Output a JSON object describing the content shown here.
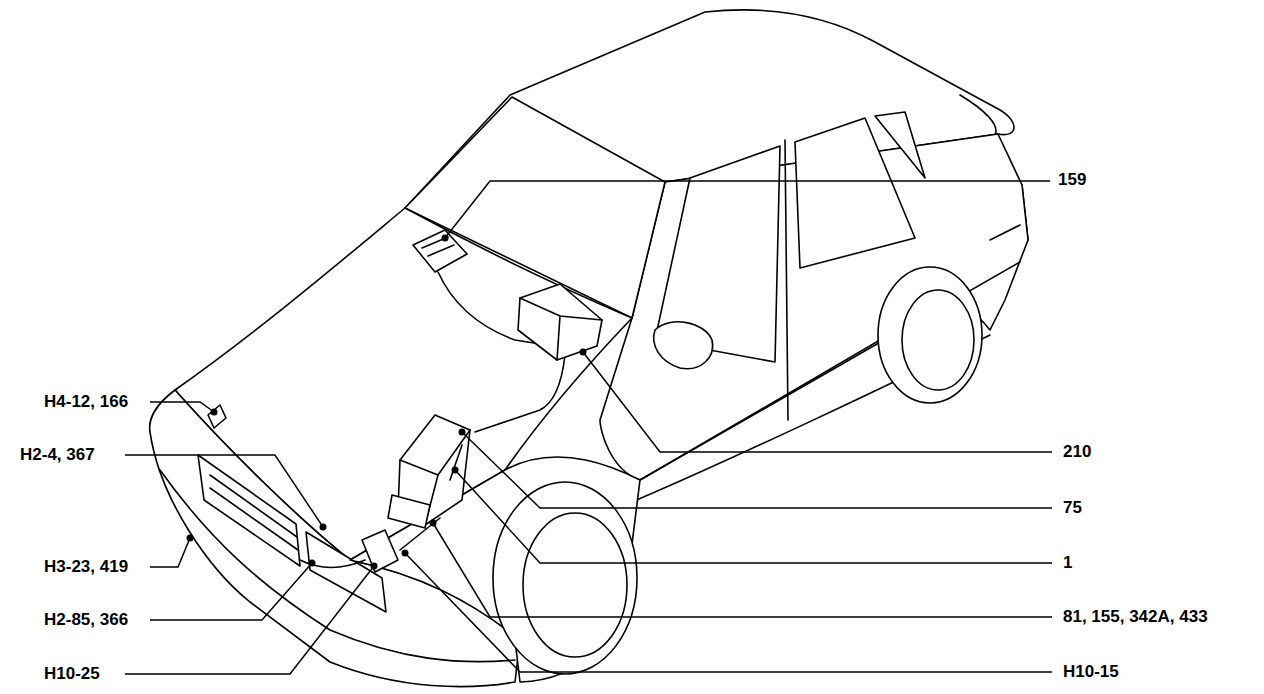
{
  "diagram": {
    "labels": [
      "159",
      "H4-12, 166",
      "H2-4, 367",
      "210",
      "75",
      "H3-23, 419",
      "1",
      "H2-85, 366",
      "81, 155, 342A, 433",
      "H10-25",
      "H10-15"
    ]
  }
}
